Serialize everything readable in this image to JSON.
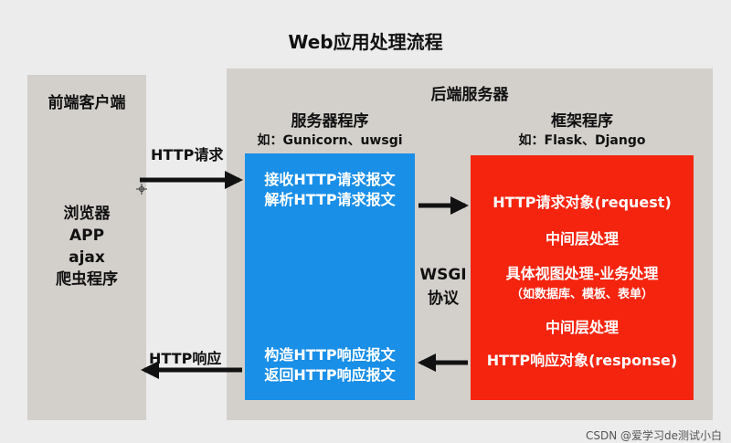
{
  "title": "Web应用处理流程",
  "client": {
    "heading": "前端客户端",
    "items": [
      "浏览器",
      "APP",
      "ajax",
      "爬虫程序"
    ]
  },
  "server": {
    "heading": "后端服务器",
    "program": {
      "heading": "服务器程序",
      "example": "如：Gunicorn、uwsgi"
    },
    "framework": {
      "heading": "框架程序",
      "example": "如：Flask、Django"
    }
  },
  "blue_box": {
    "top_lines": [
      "接收HTTP请求报文",
      "解析HTTP请求报文"
    ],
    "bottom_lines": [
      "构造HTTP响应报文",
      "返回HTTP响应报文"
    ]
  },
  "red_box": {
    "request": "HTTP请求对象(request)",
    "middle1": "中间层处理",
    "view": "具体视图处理-业务处理",
    "view_note": "（如数据库、模板、表单）",
    "middle2": "中间层处理",
    "response": "HTTP响应对象(response)"
  },
  "arrows": {
    "http_request": "HTTP请求",
    "http_response": "HTTP响应",
    "wsgi_line1": "WSGI",
    "wsgi_line2": "协议"
  },
  "watermark": "CSDN @爱学习de测试小白",
  "colors": {
    "blue": "#1a8fe8",
    "red": "#f5240f",
    "panel": "#d3cfca",
    "background": "#ececec"
  }
}
